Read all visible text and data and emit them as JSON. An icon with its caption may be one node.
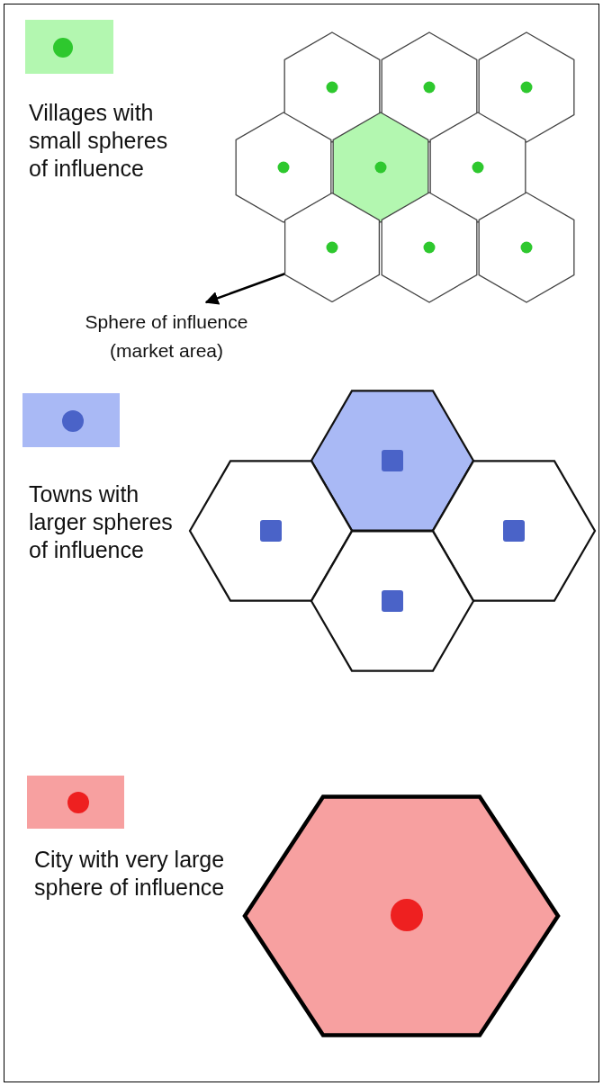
{
  "diagram": {
    "nodes": [
      {
        "text": [
          "Sphere of influence (market area)"
        ]
      },
      {
        "text": [],
        "shape": "hexagon"
      }
    ],
    "edges": [
      {
        "from": 1,
        "to": 0,
        "arrow": "to"
      }
    ],
    "legend": [
      {
        "text": "Villages with small spheres of influence",
        "color": "#b3f7b0"
      },
      {
        "text": "Towns with larger spheres of influence",
        "color": "#a9b9f5"
      },
      {
        "text": "City with very large sphere of influence",
        "color": "#f7a0a0"
      }
    ]
  }
}
